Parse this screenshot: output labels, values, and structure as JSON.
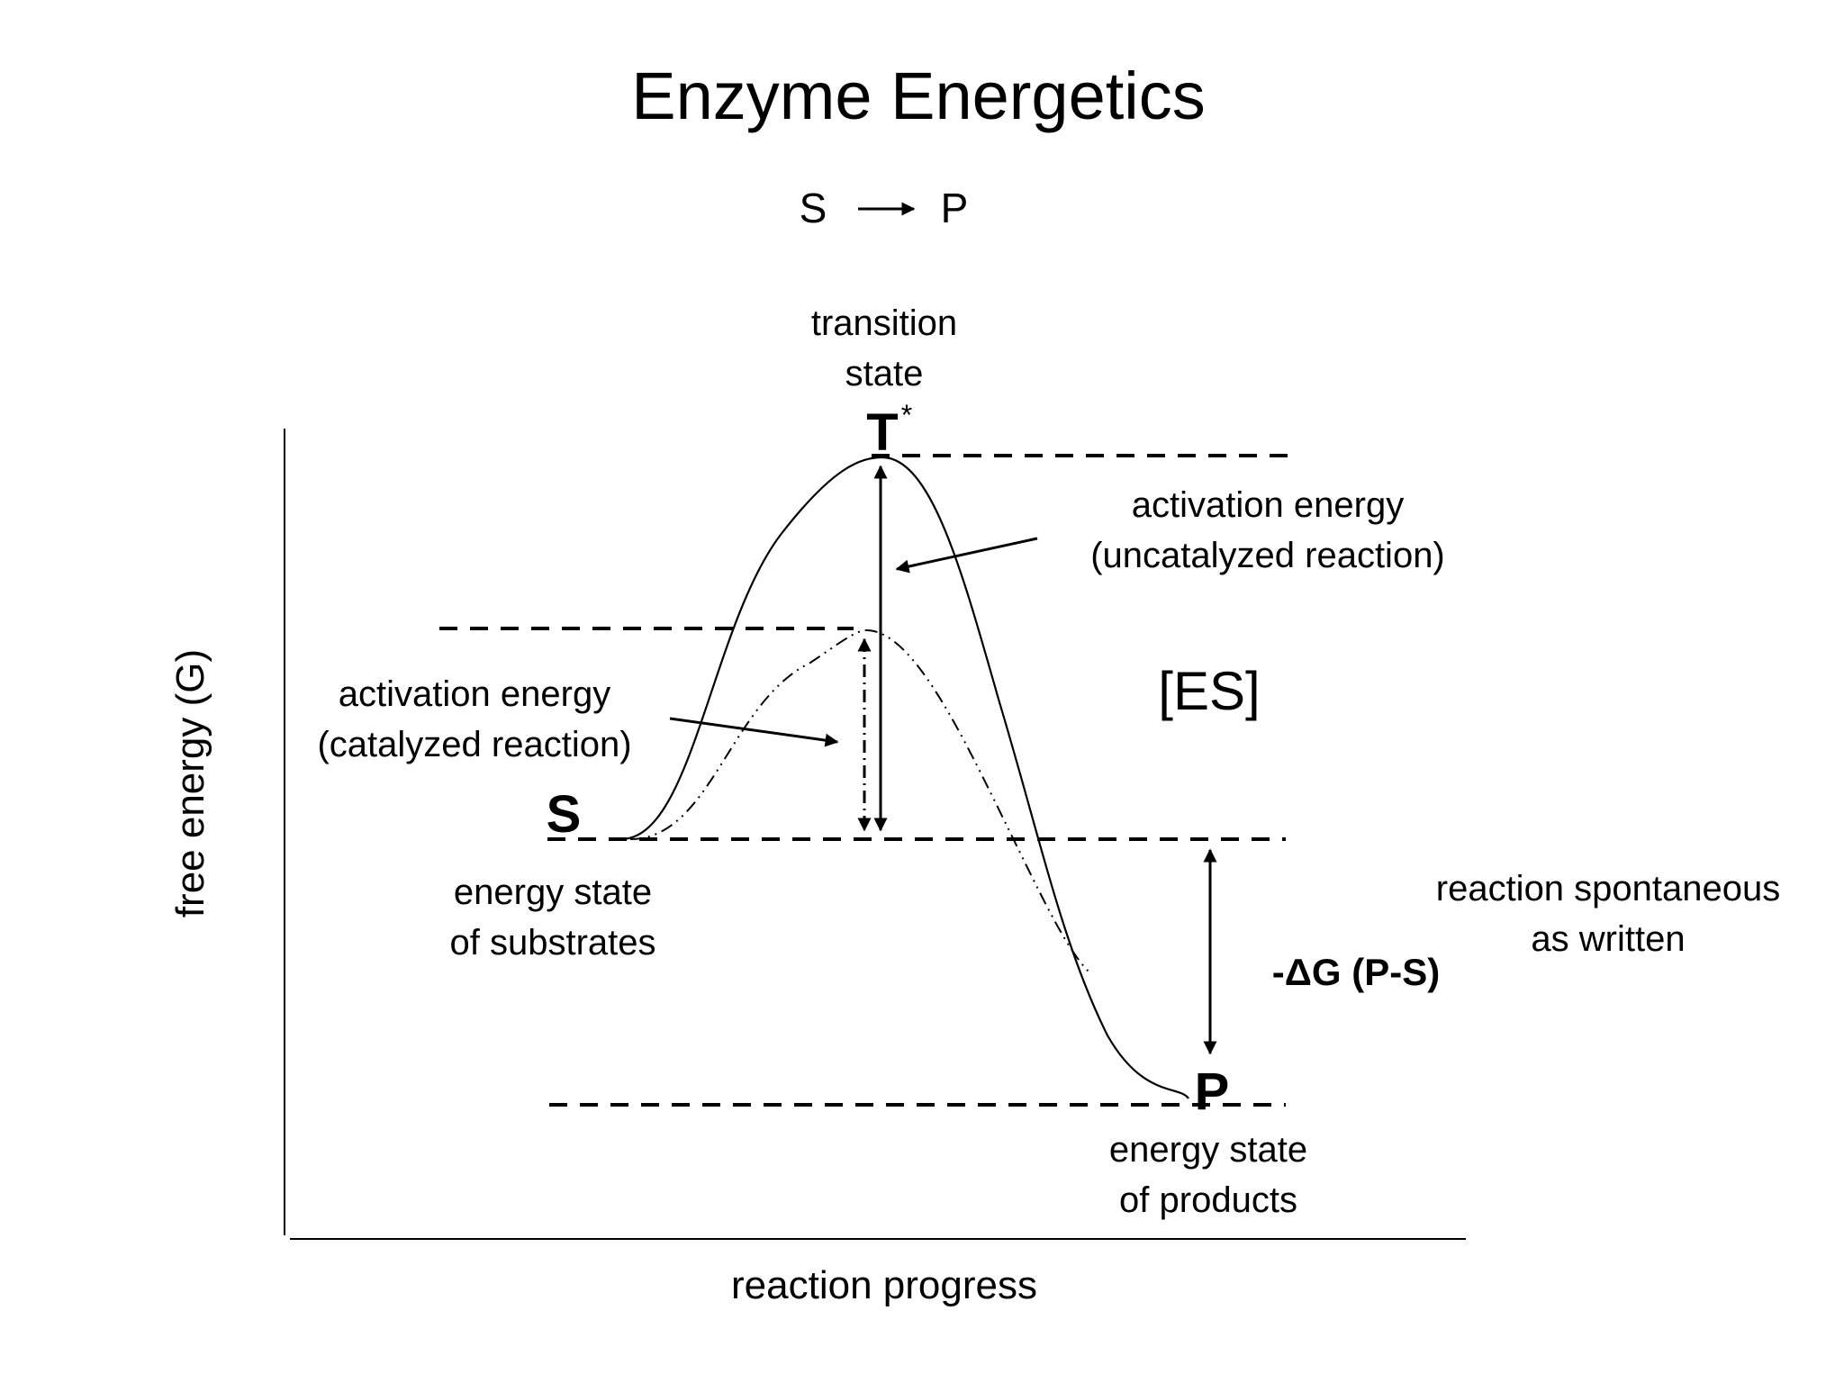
{
  "title": "Enzyme Energetics",
  "reaction": {
    "left": "S",
    "right": "P"
  },
  "axes": {
    "y_label": "free energy (G)",
    "x_label": "reaction progress"
  },
  "transition_state": {
    "line1": "transition",
    "line2": "state",
    "symbol": "T",
    "superscript": "*"
  },
  "uncatalyzed": {
    "line1": "activation energy",
    "line2": "(uncatalyzed reaction)"
  },
  "catalyzed": {
    "line1": "activation energy",
    "line2": "(catalyzed reaction)"
  },
  "es_complex": "[ES]",
  "substrate": {
    "symbol": "S",
    "line1": "energy state",
    "line2": "of substrates"
  },
  "delta_g": "-ΔG (P-S)",
  "spontaneous": {
    "line1": "reaction spontaneous",
    "line2": "as written"
  },
  "product": {
    "symbol": "P",
    "line1": "energy state",
    "line2": "of products"
  }
}
